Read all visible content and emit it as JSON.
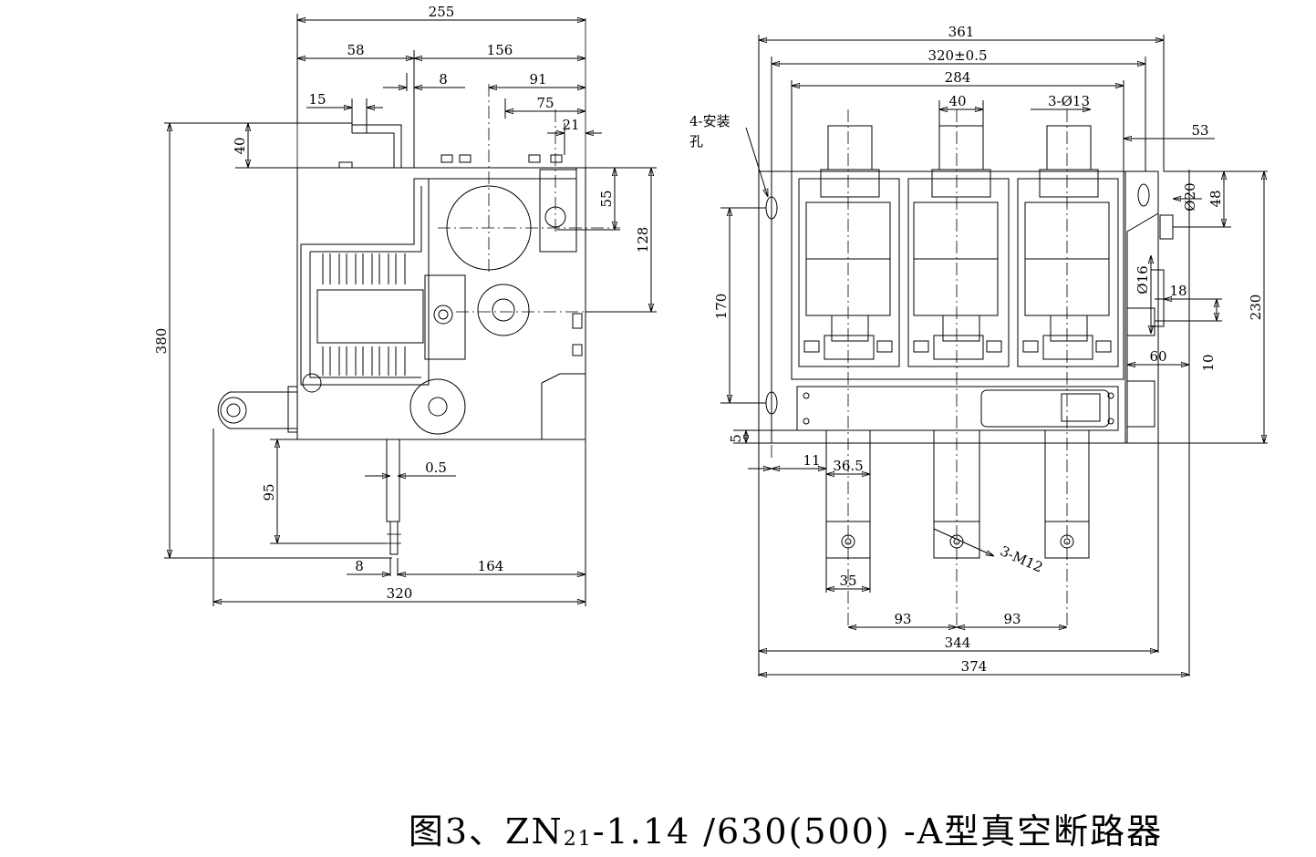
{
  "caption": {
    "prefix": "图3、ZN",
    "subscript": "21",
    "suffix": "-1.14 /630(500) -A型真空断路器"
  },
  "side_view": {
    "dims": {
      "d255": "255",
      "d58": "58",
      "d156": "156",
      "d8_top": "8",
      "d91": "91",
      "d15": "15",
      "d75": "75",
      "d21": "21",
      "d40": "40",
      "d55": "55",
      "d128": "128",
      "d380": "380",
      "d95": "95",
      "d0_5": "0.5",
      "d8_bottom": "8",
      "d164": "164",
      "d320": "320"
    }
  },
  "front_view": {
    "dims": {
      "d361": "361",
      "d320_tol": "320±0.5",
      "d284": "284",
      "d40": "40",
      "d3_phi13": "3-Ø13",
      "d53": "53",
      "phi20": "Ø20",
      "d48": "48",
      "d170": "170",
      "phi16": "Ø16",
      "d18": "18",
      "d230": "230",
      "d60": "60",
      "d10": "10",
      "d5": "5",
      "d11": "11",
      "d36_5": "36.5",
      "m12": "3-M12",
      "d35": "35",
      "d93_left": "93",
      "d93_right": "93",
      "d344": "344",
      "d374": "374"
    },
    "mount_label_1": "4-安装",
    "mount_label_2": "孔"
  }
}
